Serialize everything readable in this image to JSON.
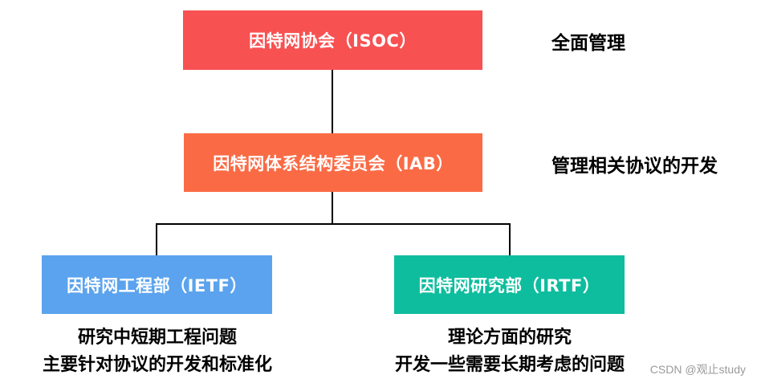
{
  "nodes": {
    "isoc": {
      "label": "因特网协会（ISOC）",
      "color": "#f85152"
    },
    "iab": {
      "label": "因特网体系结构委员会（IAB）",
      "color": "#fa6b45"
    },
    "ietf": {
      "label": "因特网工程部（IETF）",
      "color": "#5ba3ee"
    },
    "irtf": {
      "label": "因特网研究部（IRTF）",
      "color": "#0ebd9e"
    }
  },
  "side_labels": {
    "isoc": "全面管理",
    "iab": "管理相关协议的开发"
  },
  "descriptions": {
    "ietf": [
      "研究中短期工程问题",
      "主要针对协议的开发和标准化"
    ],
    "irtf": [
      "理论方面的研究",
      "开发一些需要长期考虑的问题"
    ]
  },
  "watermark": "CSDN @观止study"
}
